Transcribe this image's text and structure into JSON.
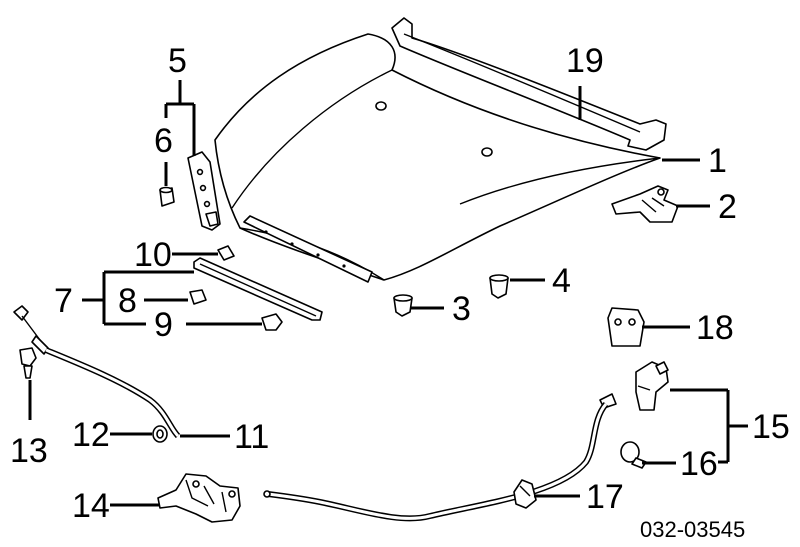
{
  "callouts": {
    "c1": "1",
    "c2": "2",
    "c3": "3",
    "c4": "4",
    "c5": "5",
    "c6": "6",
    "c7": "7",
    "c8": "8",
    "c9": "9",
    "c10": "10",
    "c11": "11",
    "c12": "12",
    "c13": "13",
    "c14": "14",
    "c15": "15",
    "c16": "16",
    "c17": "17",
    "c18": "18",
    "c19": "19"
  },
  "diagram_code": "032-03545"
}
